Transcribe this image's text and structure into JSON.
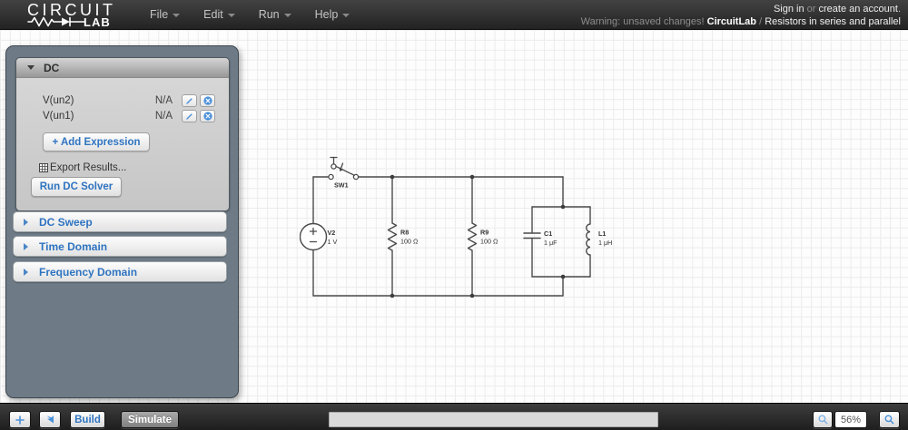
{
  "topbar": {
    "logo": {
      "line1": "CIRCUIT",
      "line2": "LAB"
    },
    "menus": [
      {
        "label": "File"
      },
      {
        "label": "Edit"
      },
      {
        "label": "Run"
      },
      {
        "label": "Help"
      }
    ],
    "account": {
      "sign_in": "Sign in",
      "or": " or ",
      "create_account": "create an account",
      "suffix": "."
    },
    "status": {
      "warning": "Warning: unsaved changes! ",
      "brand": "CircuitLab",
      "separator": " / ",
      "title": "Resistors in series and parallel"
    }
  },
  "sidebar": {
    "dc": {
      "title": "DC",
      "expressions": [
        {
          "name": "V(un2)",
          "value": "N/A"
        },
        {
          "name": "V(un1)",
          "value": "N/A"
        }
      ],
      "add_expression_label": "+ Add Expression",
      "export_results_label": "Export Results...",
      "run_solver_label": "Run DC Solver"
    },
    "sections": [
      {
        "label": "DC Sweep"
      },
      {
        "label": "Time Domain"
      },
      {
        "label": "Frequency Domain"
      }
    ]
  },
  "schematic": {
    "components": [
      {
        "ref": "SW1",
        "type": "switch",
        "label": "SW1"
      },
      {
        "ref": "V2",
        "type": "voltage-source",
        "label": "V2",
        "value": "1 V"
      },
      {
        "ref": "R8",
        "type": "resistor",
        "label": "R8",
        "value": "100 Ω"
      },
      {
        "ref": "R9",
        "type": "resistor",
        "label": "R9",
        "value": "100 Ω"
      },
      {
        "ref": "C1",
        "type": "capacitor",
        "label": "C1",
        "value": "1 μF"
      },
      {
        "ref": "L1",
        "type": "inductor",
        "label": "L1",
        "value": "1 μH"
      }
    ]
  },
  "bottombar": {
    "build_label": "Build",
    "simulate_label": "Simulate",
    "zoom_level": "56%"
  },
  "colors": {
    "accent_blue": "#2f74c0",
    "wire": "#4a4a4a",
    "warning_gray": "#999999",
    "panel_slate": "#6e7b87"
  }
}
